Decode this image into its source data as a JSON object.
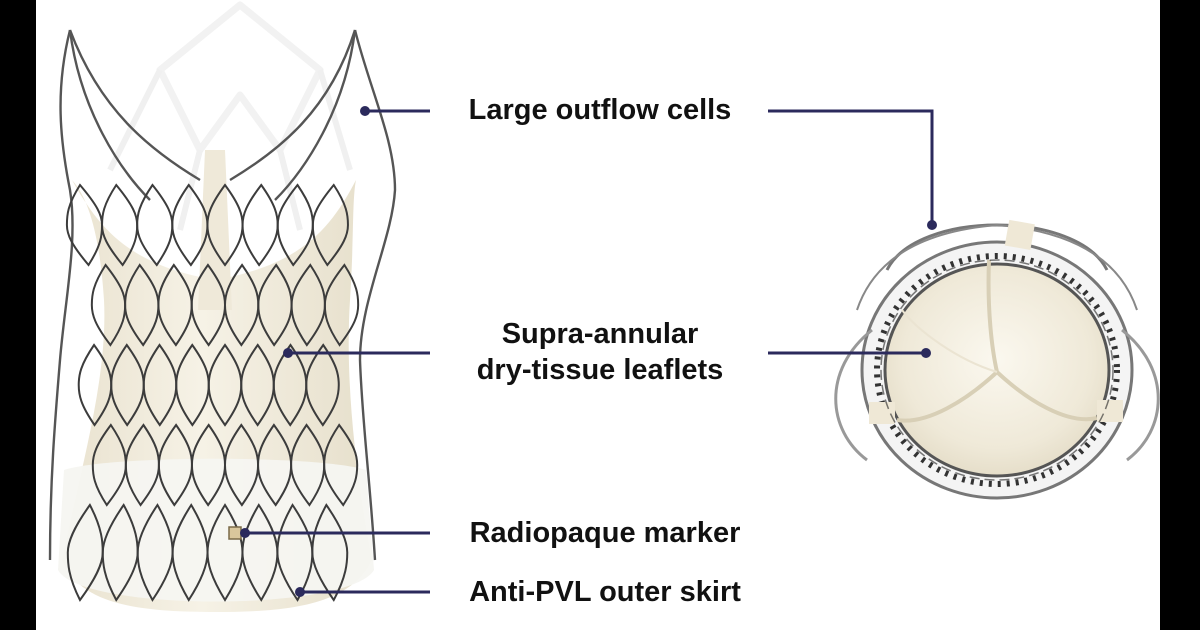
{
  "labels": {
    "outflow": "Large outflow cells",
    "leaflets_line1": "Supra-annular",
    "leaflets_line2": "dry-tissue leaflets",
    "marker": "Radiopaque marker",
    "skirt": "Anti-PVL outer skirt"
  },
  "colors": {
    "leader_line": "#2b2a5c",
    "frame_metal": "#4a4a4a",
    "tissue": "#f1ecdd",
    "skirt": "#f7f6f2",
    "background": "#ffffff",
    "letterbox": "#000000"
  },
  "illustrations": {
    "left": "valve-side-view",
    "right": "valve-top-view"
  }
}
